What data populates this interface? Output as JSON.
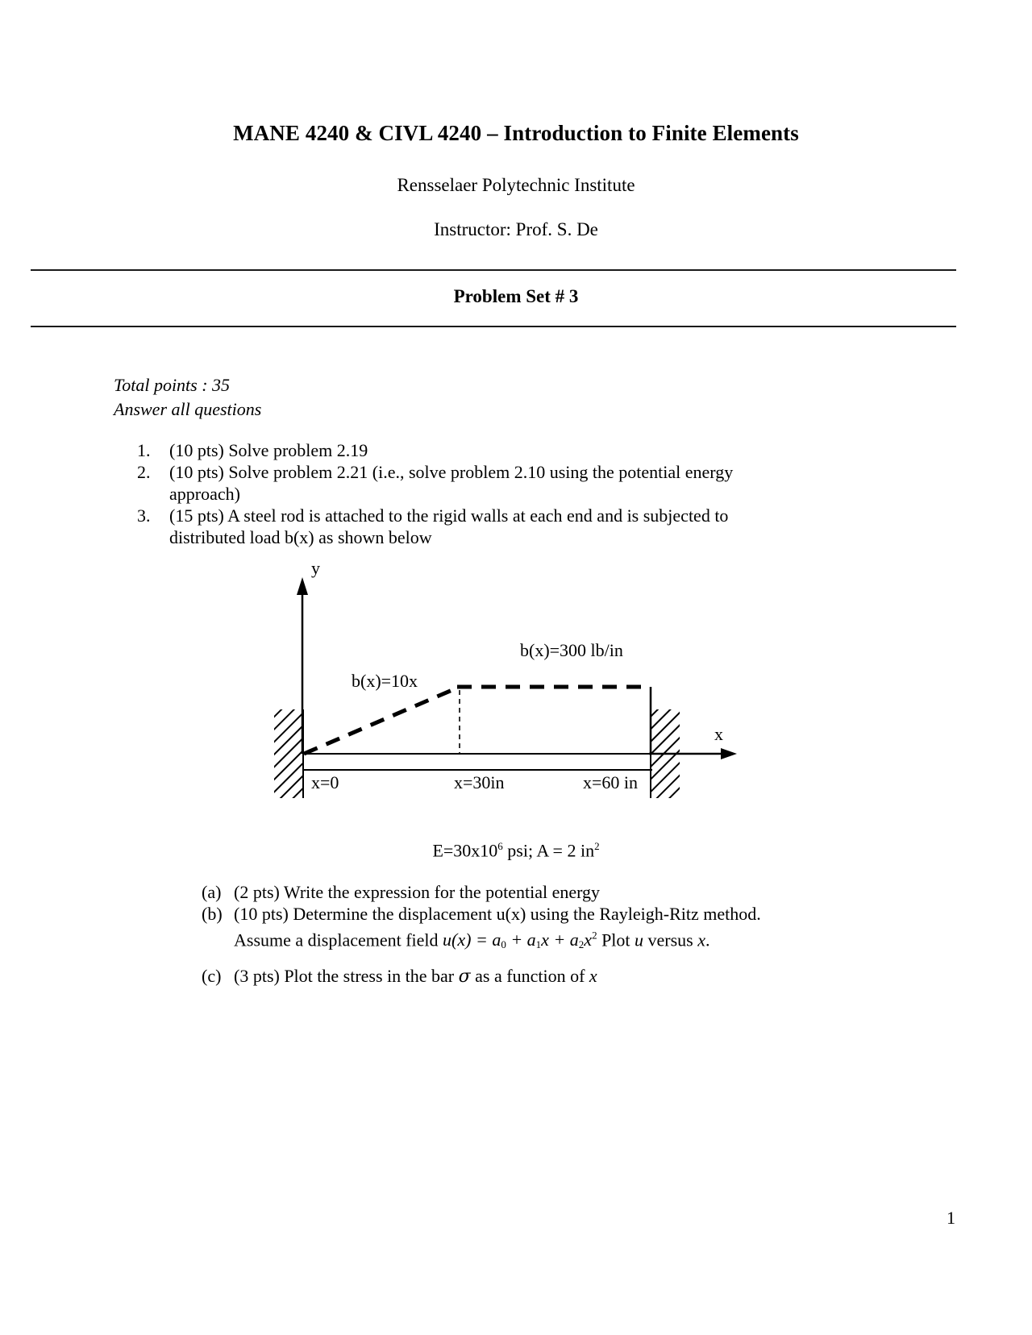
{
  "header": {
    "title": "MANE 4240 & CIVL 4240 – Introduction to Finite Elements",
    "institution": "Rensselaer Polytechnic Institute",
    "instructor": "Instructor: Prof. S. De",
    "problem_set": "Problem Set # 3"
  },
  "intro": {
    "total_points": "Total points : 35",
    "answer_all": "Answer all questions"
  },
  "questions": [
    {
      "number": "1.",
      "text": "(10 pts) Solve problem 2.19"
    },
    {
      "number": "2.",
      "text": "(10 pts) Solve problem 2.21 (i.e., solve problem 2.10 using the potential energy approach)"
    },
    {
      "number": "3.",
      "text": "(15 pts) A steel rod is attached to the rigid walls at each end and is subjected to distributed load b(x) as shown below"
    }
  ],
  "figure": {
    "axis_y_label": "y",
    "axis_x_label": "x",
    "load_linear_label": "b(x)=10x",
    "load_constant_label": "b(x)=300 lb/in",
    "tick_x0": "x=0",
    "tick_x30": "x=30in",
    "tick_x60": "x=60 in",
    "line_color": "#000000"
  },
  "material": {
    "modulus_text": "E=30x10",
    "modulus_exp": "6",
    "modulus_units": " psi;  A = 2 in",
    "area_exp": "2"
  },
  "subquestions": [
    {
      "label": "(a)",
      "text": "(2 pts) Write the expression for the potential energy"
    },
    {
      "label": "(b)",
      "text": "(10 pts) Determine the displacement u(x) using the Rayleigh-Ritz method.",
      "continuation_pre": "Assume a displacement field ",
      "math": {
        "lhs": "u(x) = ",
        "a0": "a",
        "a0_sub": "0",
        "plus1": " + ",
        "a1": "a",
        "a1_sub": "1",
        "x1": "x",
        "plus2": " + ",
        "a2": "a",
        "a2_sub": "2",
        "x2": "x",
        "x2_sup": "2"
      },
      "continuation_post_1": " Plot ",
      "continuation_post_u": "u",
      "continuation_post_2": " versus ",
      "continuation_post_x": "x",
      "continuation_post_3": "."
    },
    {
      "label": "(c)",
      "text_pre": "(3 pts) Plot the stress in the bar ",
      "symbol": "σ",
      "text_mid": " as a function of ",
      "symbol_x": "x"
    }
  ],
  "footer": {
    "page_number": "1"
  }
}
